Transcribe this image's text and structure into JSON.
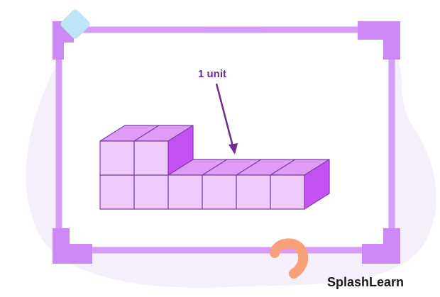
{
  "annotation": {
    "label": "1 unit",
    "color": "#6B2E93"
  },
  "brand": {
    "name": "SplashLearn",
    "color": "#1A1A1A"
  },
  "colors": {
    "frame": "#D79BFA",
    "frame_corner": "#CC88F5",
    "blob": "#F5EEFB",
    "cube_front": "#F0CAFD",
    "cube_top": "#DE9CF6",
    "cube_side": "#C451F2",
    "cube_stroke": "#7E3FA6",
    "diamond": "#BEE4F8",
    "hook": "#F7A07A"
  },
  "icons": {
    "top_left_decor": "diamond-icon",
    "bottom_decor": "hook-icon"
  },
  "figure": {
    "top_row_cubes": 2,
    "bottom_row_cubes": 6
  }
}
